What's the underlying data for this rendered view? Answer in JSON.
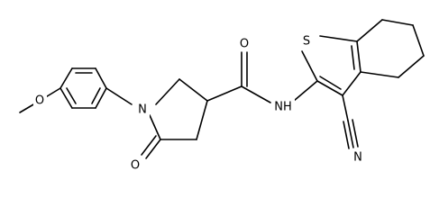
{
  "diagram": {
    "type": "chemical-structure",
    "atom_labels": {
      "methoxy_oxygen": "O",
      "pyrrolidine_nitrogen": "N",
      "lactam_oxygen": "O",
      "amide_oxygen": "O",
      "amide_nh": "NH",
      "thiophene_sulfur": "S",
      "nitrile_nitrogen": "N"
    },
    "colors": {
      "bond": "#000000",
      "label": "#000000",
      "background": "#ffffff"
    }
  }
}
